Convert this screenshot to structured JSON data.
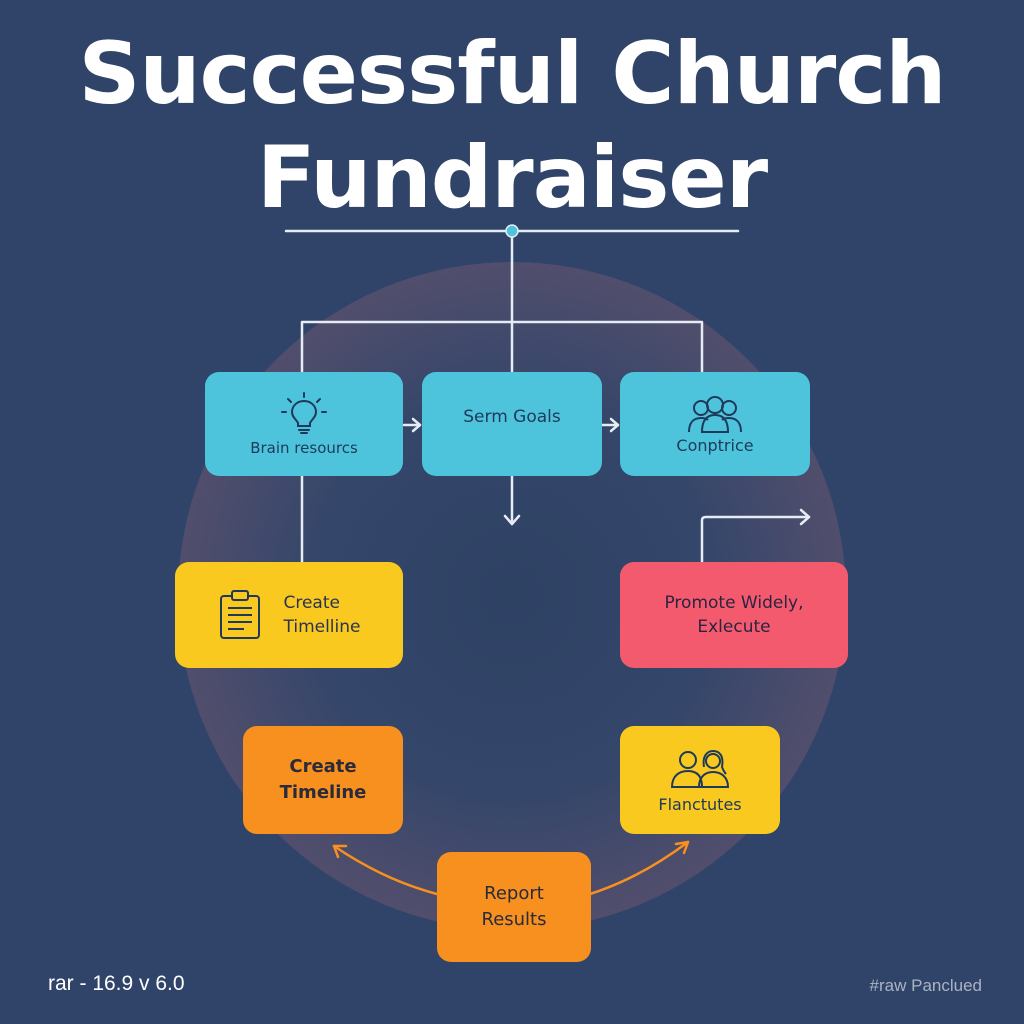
{
  "title_line1": "Successful Church",
  "title_line2": "Fundraiser",
  "nodes": {
    "brain_resources": {
      "label": "Brain resourcs",
      "icon": "lightbulb-icon",
      "color": "#4ec4dc"
    },
    "serm_goals": {
      "label": "Serm Goals",
      "color": "#4ec4dc"
    },
    "conptrice": {
      "label": "Conptrice",
      "icon": "team-icon",
      "color": "#4ec4dc"
    },
    "create_timeline_1": {
      "line1": "Create",
      "line2": "Timelline",
      "icon": "clipboard-icon",
      "color": "#f9c920"
    },
    "promote": {
      "line1": "Promote Widely,",
      "line2": "Exlecute",
      "color": "#f45a6e"
    },
    "create_timeline_2": {
      "line1": "Create",
      "line2": "Timeline",
      "color": "#f7901e"
    },
    "flanctutes": {
      "label": "Flanctutes",
      "icon": "people-icon",
      "color": "#f9c920"
    },
    "report_results": {
      "line1": "Report",
      "line2": "Results",
      "color": "#f7901e"
    }
  },
  "footer": {
    "left": "rar - 16.9 v 6.0",
    "right": "#raw Panclued"
  }
}
